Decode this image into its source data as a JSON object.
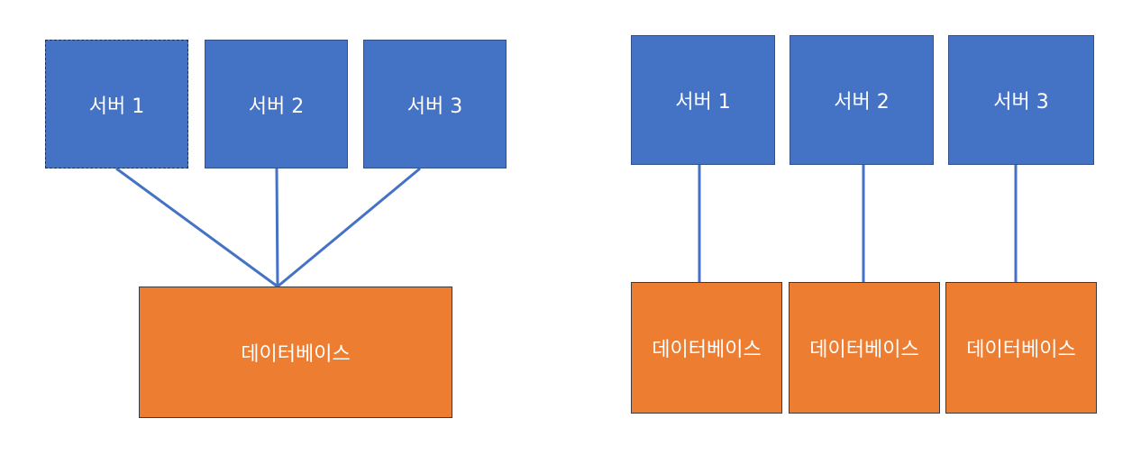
{
  "colors": {
    "server_fill": "#4472c4",
    "database_fill": "#ed7d31",
    "connector": "#4472c4"
  },
  "left_diagram": {
    "servers": [
      {
        "label": "서버 1"
      },
      {
        "label": "서버 2"
      },
      {
        "label": "서버 3"
      }
    ],
    "database": {
      "label": "데이터베이스"
    }
  },
  "right_diagram": {
    "servers": [
      {
        "label": "서버 1"
      },
      {
        "label": "서버 2"
      },
      {
        "label": "서버 3"
      }
    ],
    "databases": [
      {
        "label": "데이터베이스"
      },
      {
        "label": "데이터베이스"
      },
      {
        "label": "데이터베이스"
      }
    ]
  }
}
